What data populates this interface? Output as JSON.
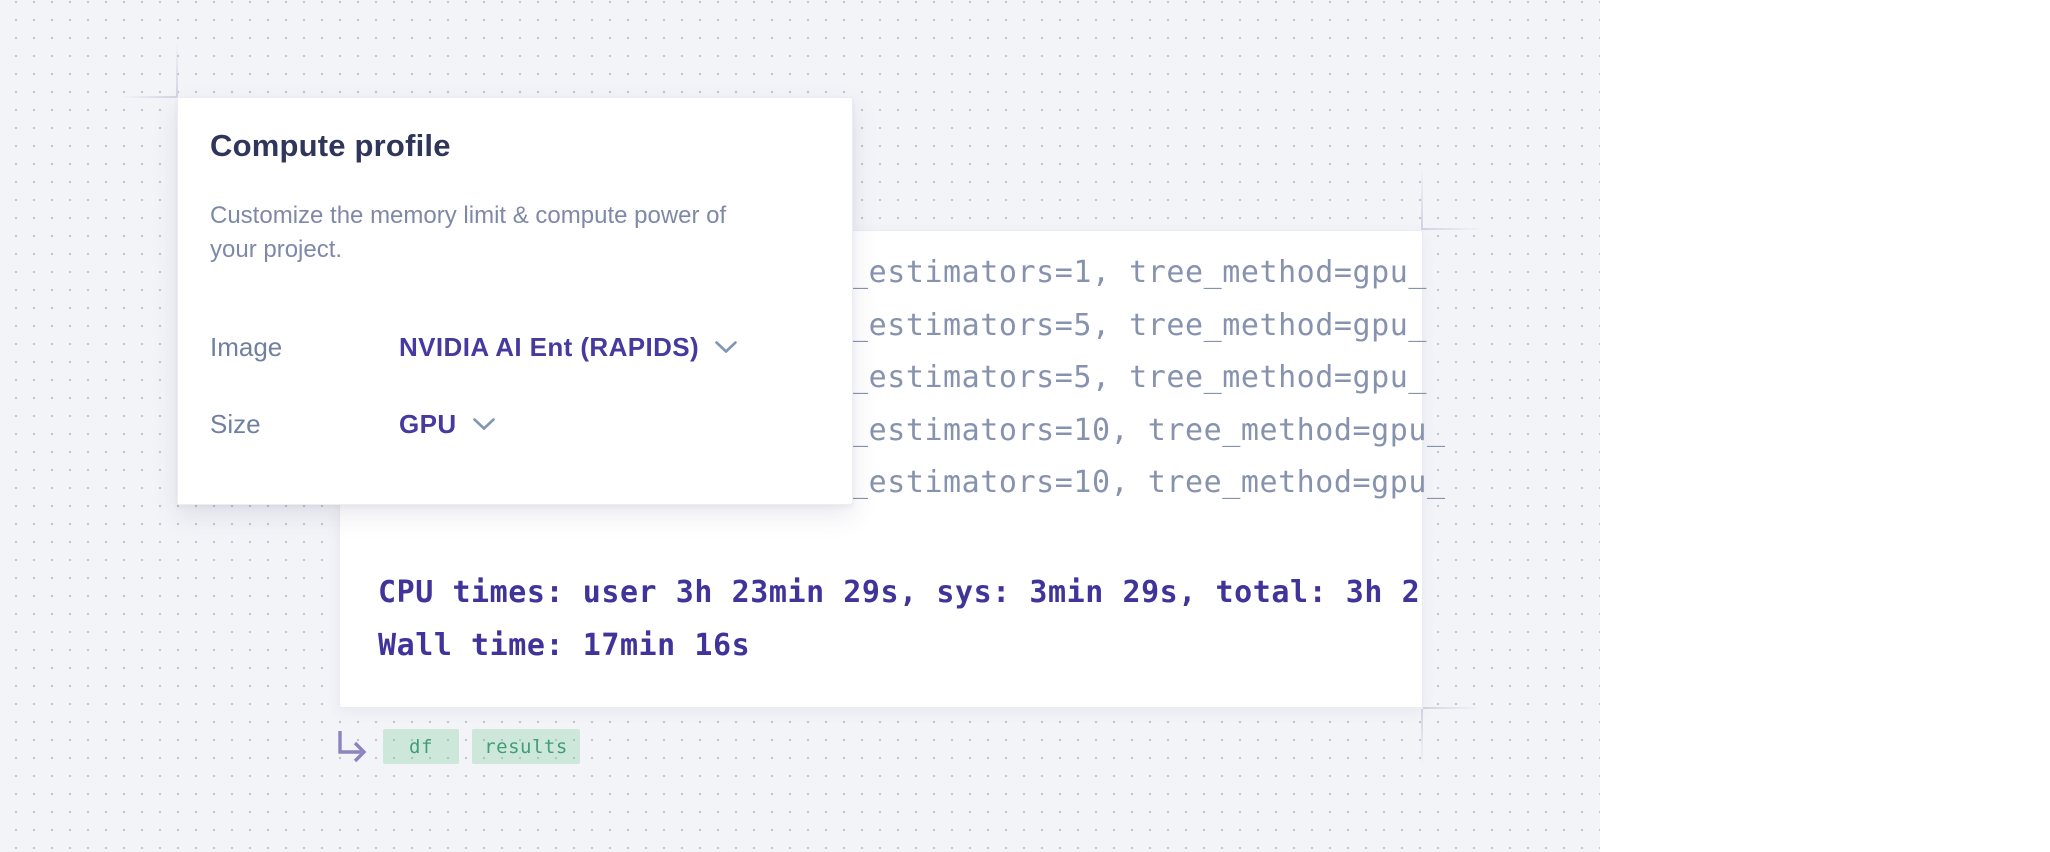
{
  "card": {
    "title": "Compute profile",
    "description_lines": [
      "Customize the memory limit & compute power of",
      "your project."
    ],
    "fields": [
      {
        "label": "Image",
        "value": "NVIDIA AI Ent (RAPIDS)"
      },
      {
        "label": "Size",
        "value": "GPU"
      }
    ]
  },
  "output_panel": {
    "code_lines": [
      "_estimators=1, tree_method=gpu_",
      "_estimators=5, tree_method=gpu_",
      "_estimators=5, tree_method=gpu_",
      "_estimators=10, tree_method=gpu_",
      "_estimators=10, tree_method=gpu_"
    ],
    "timing_lines": [
      "CPU times: user 3h 23min 29s, sys: 3min 29s, total: 3h 2",
      "Wall time: 17min 16s"
    ]
  },
  "output_tokens": {
    "items": [
      {
        "label": "df"
      },
      {
        "label": "results"
      }
    ]
  },
  "icons": {
    "chevron_down": "chevron-down-icon",
    "return_arrow": "return-arrow-icon"
  },
  "colors": {
    "background": "#f3f4f8",
    "dot": "#c2c5cd",
    "title_navy": "#30355a",
    "muted_blue_gray": "#7e89a8",
    "accent_purple": "#46399f",
    "code_gray": "#8793ae",
    "code_purple": "#40349a",
    "token_green": "#3f9e74",
    "token_bg": "rgba(126,206,160,0.33)",
    "guide_line": "#d2d3e3"
  }
}
